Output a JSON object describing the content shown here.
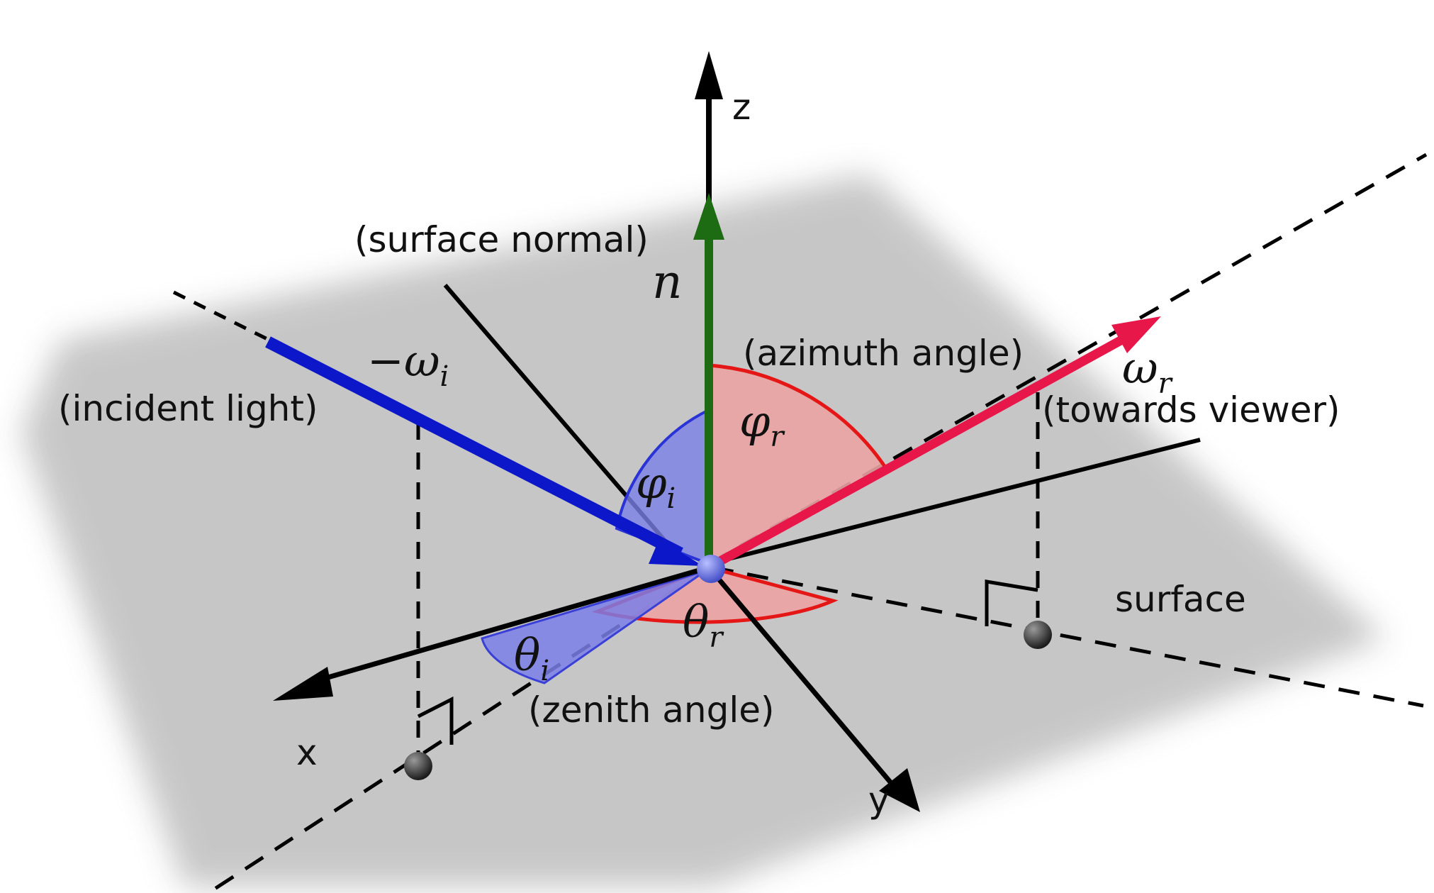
{
  "labels": {
    "axis_z": "z",
    "axis_x": "x",
    "axis_y": "y",
    "surface_normal": "(surface normal)",
    "incident_light": "(incident light)",
    "azimuth_angle": "(azimuth angle)",
    "towards_viewer": "(towards viewer)",
    "zenith_angle": "(zenith angle)",
    "surface": "surface"
  },
  "symbols": {
    "normal": "n",
    "neg_sign": "−",
    "omega": "ω",
    "phi": "φ",
    "theta": "θ",
    "sub_i": "i",
    "sub_r": "r"
  },
  "colors": {
    "background": "#ffffff",
    "surface_plane": "#c4c4c4",
    "incident_vector": "#0b17c9",
    "reflected_vector": "#e8174a",
    "normal_vector": "#1d6b12",
    "incident_angle_fill": "#7b7fe6",
    "reflected_angle_fill": "#eba3a3",
    "reflected_angle_edge": "#e51616",
    "axis_line": "#000000"
  }
}
